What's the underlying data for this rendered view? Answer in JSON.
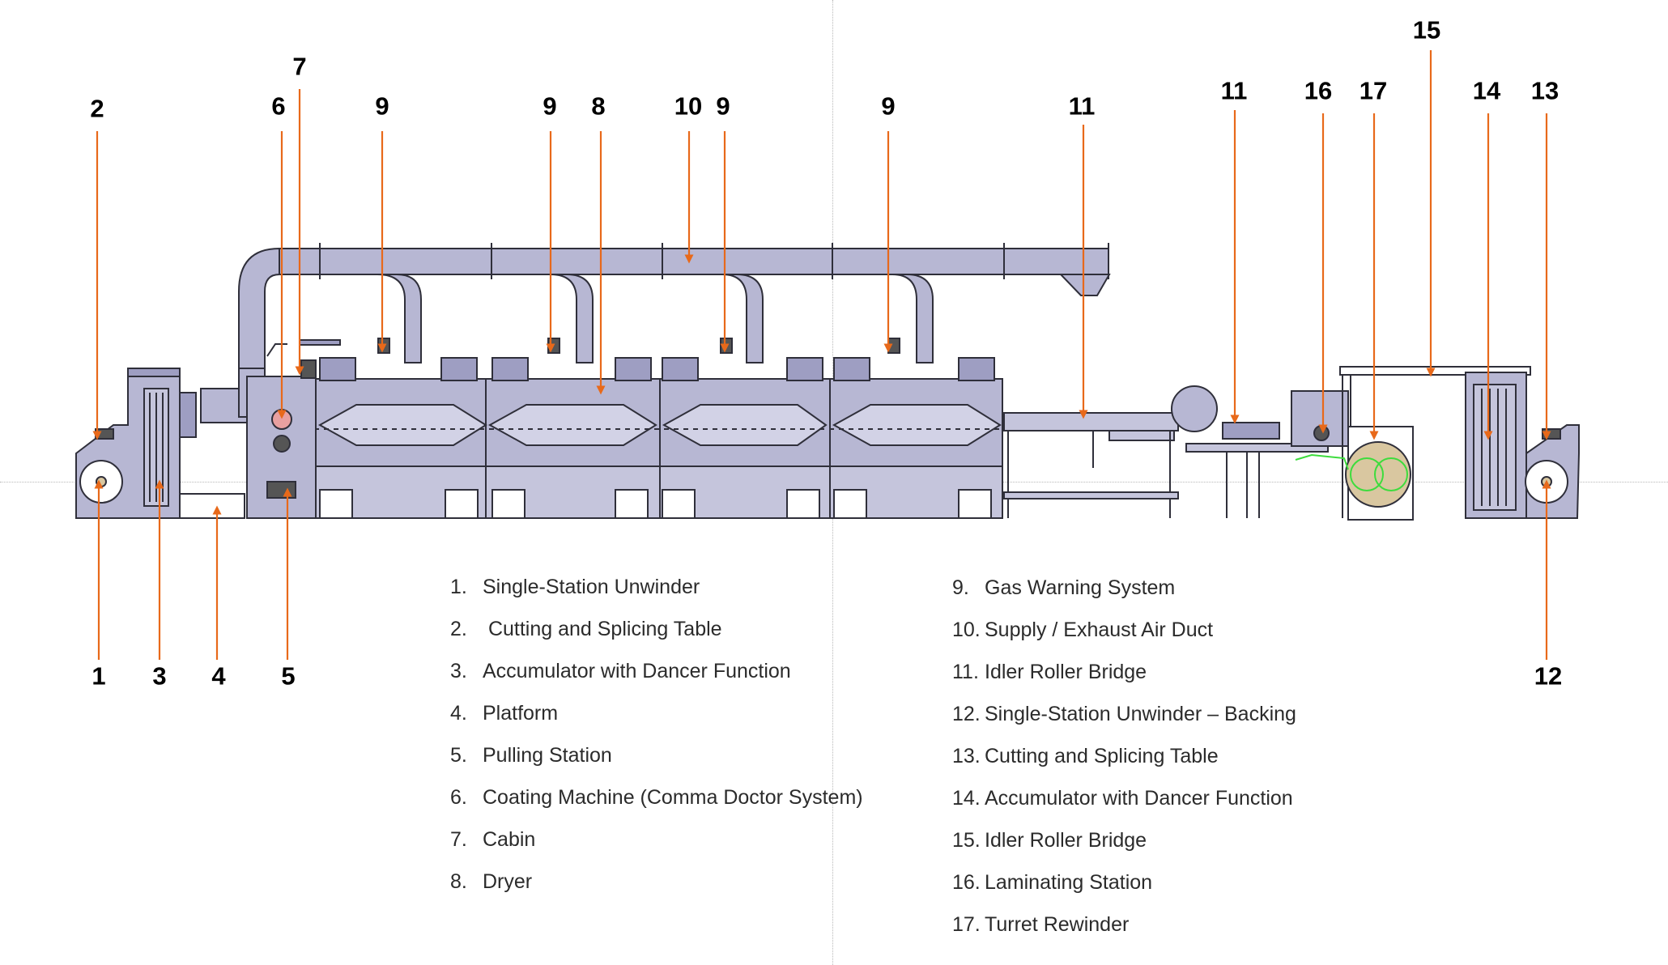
{
  "callouts": [
    {
      "id": "c2",
      "text": "2"
    },
    {
      "id": "c7",
      "text": "7"
    },
    {
      "id": "c6",
      "text": "6"
    },
    {
      "id": "c9a",
      "text": "9"
    },
    {
      "id": "c9b",
      "text": "9"
    },
    {
      "id": "c8",
      "text": "8"
    },
    {
      "id": "c10",
      "text": "10"
    },
    {
      "id": "c9c",
      "text": "9"
    },
    {
      "id": "c9d",
      "text": "9"
    },
    {
      "id": "c11a",
      "text": "11"
    },
    {
      "id": "c11b",
      "text": "11"
    },
    {
      "id": "c16",
      "text": "16"
    },
    {
      "id": "c17",
      "text": "17"
    },
    {
      "id": "c15",
      "text": "15"
    },
    {
      "id": "c14",
      "text": "14"
    },
    {
      "id": "c13",
      "text": "13"
    },
    {
      "id": "c1",
      "text": "1"
    },
    {
      "id": "c3",
      "text": "3"
    },
    {
      "id": "c4",
      "text": "4"
    },
    {
      "id": "c5",
      "text": "5"
    },
    {
      "id": "c12",
      "text": "12"
    }
  ],
  "legend_left": [
    {
      "num": "1.",
      "label": "Single-Station Unwinder"
    },
    {
      "num": "2.",
      "label": " Cutting and Splicing Table"
    },
    {
      "num": "3.",
      "label": "Accumulator with Dancer Function"
    },
    {
      "num": "4.",
      "label": "Platform"
    },
    {
      "num": "5.",
      "label": "Pulling Station"
    },
    {
      "num": "6.",
      "label": "Coating Machine (Comma Doctor System)"
    },
    {
      "num": "7.",
      "label": "Cabin"
    },
    {
      "num": "8.",
      "label": "Dryer"
    }
  ],
  "legend_right": [
    {
      "num": "9.",
      "label": "Gas Warning System"
    },
    {
      "num": "10.",
      "label": "Supply / Exhaust Air Duct"
    },
    {
      "num": "11.",
      "label": "Idler Roller Bridge"
    },
    {
      "num": "12.",
      "label": "Single-Station Unwinder – Backing"
    },
    {
      "num": "13.",
      "label": "Cutting and Splicing Table"
    },
    {
      "num": "14.",
      "label": "Accumulator with Dancer Function"
    },
    {
      "num": "15.",
      "label": "Idler Roller Bridge"
    },
    {
      "num": "16.",
      "label": "Laminating Station"
    },
    {
      "num": "17.",
      "label": "Turret Rewinder"
    }
  ],
  "colors": {
    "machine_fill": "#b7b7d3",
    "machine_dark": "#8e8eb5",
    "outline": "#2f2f3a",
    "leader": "#e8691a",
    "green": "#3ddc3d",
    "tan": "#d9c7a0"
  }
}
